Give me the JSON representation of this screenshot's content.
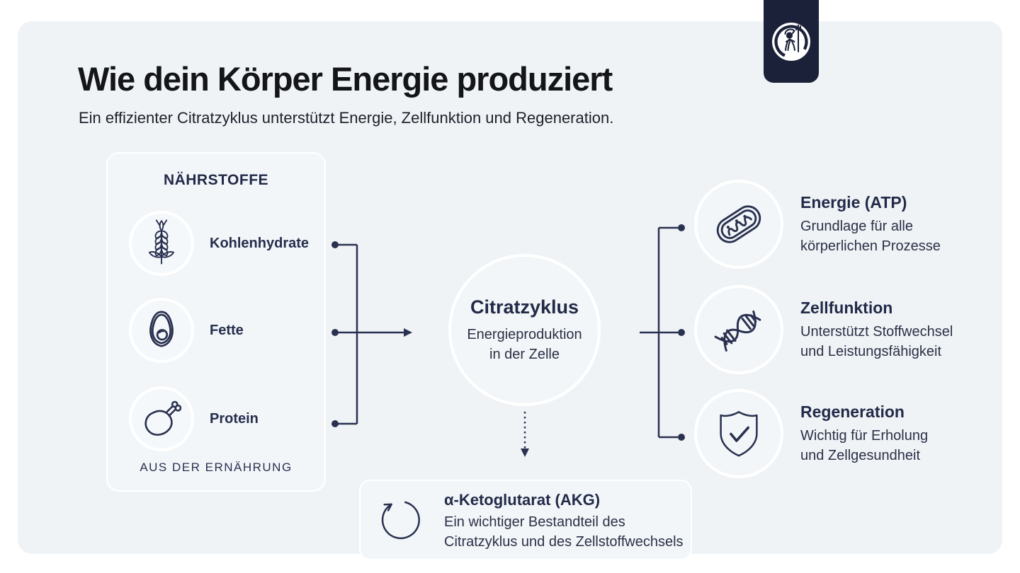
{
  "header": {
    "title": "Wie dein Körper Energie produziert",
    "subtitle": "Ein effizienter Citratzyklus unterstützt Energie, Zellfunktion und Regeneration."
  },
  "brand": {
    "emblem": "minerva-emblem"
  },
  "nutrients": {
    "title": "NÄHRSTOFFE",
    "footer": "AUS DER ERNÄHRUNG",
    "items": [
      {
        "label": "Kohlenhydrate",
        "icon": "wheat-icon"
      },
      {
        "label": "Fette",
        "icon": "avocado-icon"
      },
      {
        "label": "Protein",
        "icon": "drumstick-icon"
      }
    ]
  },
  "center": {
    "title": "Citratzyklus",
    "line1": "Energieproduktion",
    "line2": "in der Zelle"
  },
  "outputs": [
    {
      "title": "Energie (ATP)",
      "line1": "Grundlage für alle",
      "line2": "körperlichen Prozesse",
      "icon": "mitochondria-icon"
    },
    {
      "title": "Zellfunktion",
      "line1": "Unterstützt Stoffwechsel",
      "line2": "und Leistungsfähigkeit",
      "icon": "dna-icon"
    },
    {
      "title": "Regeneration",
      "line1": "Wichtig für Erholung",
      "line2": "und Zellgesundheit",
      "icon": "shield-check-icon"
    }
  ],
  "akg": {
    "title": "α-Ketoglutarat (AKG)",
    "line1": "Ein wichtiger Bestandteil des",
    "line2": "Citratzyklus und des Zellstoffwechsels",
    "icon": "cycle-arrow-icon"
  },
  "colors": {
    "navy": "#2a3150",
    "heading_navy": "#232a48",
    "text_navy": "#2b3046",
    "title_black": "#141519",
    "card_bg": "#eff3f6",
    "panel_bg": "#f2f6f9",
    "badge_bg": "#1b2138",
    "white": "#ffffff"
  }
}
